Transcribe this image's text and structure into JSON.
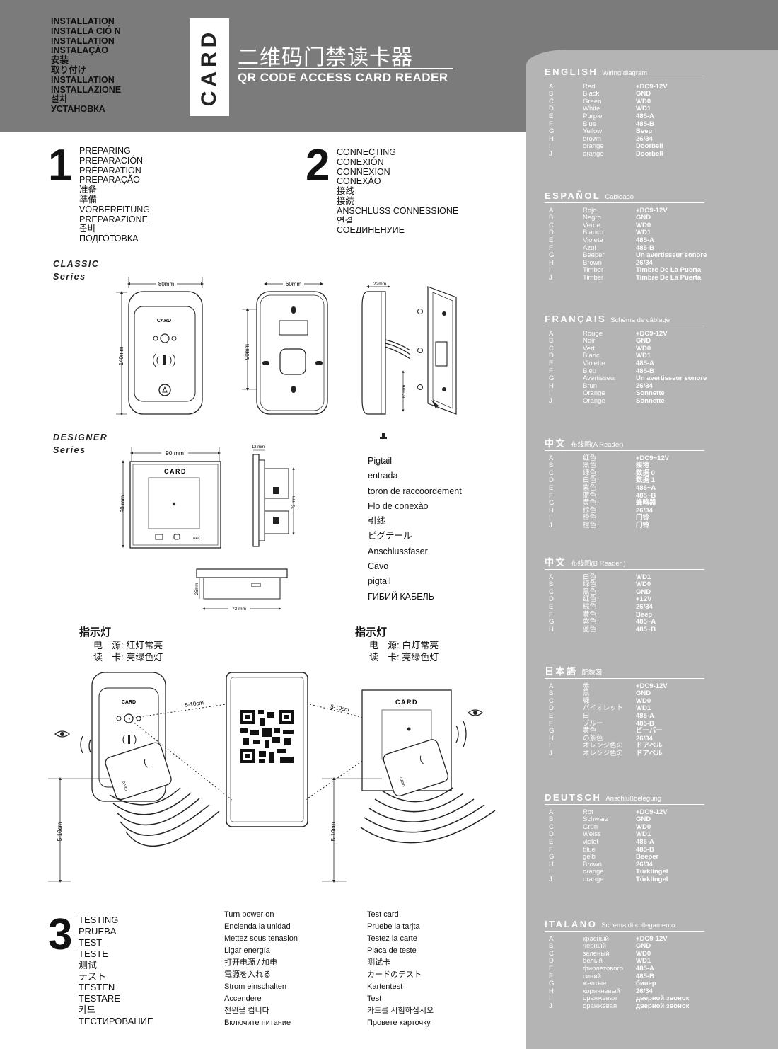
{
  "header": {
    "languages": [
      "INSTALLATION",
      "INSTALLA CIÓ N",
      "INSTALLATION",
      "INSTALAÇÀO",
      "安装",
      "取り付け",
      "INSTALLATION",
      "INSTALLAZIONE",
      "설치",
      "УСТАНОВКА"
    ],
    "card_tab": "CARD",
    "title_cn": "二维码门禁读卡器",
    "title_en": "QR CODE ACCESS CARD READER"
  },
  "step1": {
    "number": "1",
    "lines": [
      "PREPARING",
      "PREPARACIÓN",
      "PRÉPARATION",
      "PREPARAÇÃO",
      "准备",
      "準備",
      "VORBEREITUNG",
      "PREPARAZIONE",
      "준비",
      "ПОДГОТОВКА"
    ]
  },
  "step2": {
    "number": "2",
    "lines": [
      "CONNECTING",
      "CONEXIÓN",
      "CONNEXION",
      "CONEXÀO",
      "接线",
      "接続",
      "ANSCHLUSS CONNESSIONE",
      "연결",
      "СОЕДИНЕНУИЕ"
    ]
  },
  "series": {
    "classic": [
      "CLASSIC",
      "Series"
    ],
    "designer": [
      "DESIGNER",
      "Series"
    ]
  },
  "dims": {
    "c_w": "80mm",
    "c_h": "140mm",
    "c_back_w": "60mm",
    "c_back_h": "90mm",
    "c_side_d": "22mm",
    "c_side_h": "61mm",
    "d_w": "90 mm",
    "d_h": "90 mm",
    "d_side_d": "12 mm",
    "d_side_h": "73 mm",
    "d_bot_w": "73 mm",
    "d_bot_h": "25mm",
    "dist": "5-10cm"
  },
  "device_labels": {
    "card": "CARD",
    "nfc": "NFC",
    "card_small": "CARD"
  },
  "pigtail": [
    "Pigtail",
    "entrada",
    "toron de raccoordement",
    "Flo de conexào",
    "引线",
    "ピグテール",
    "Anschlussfaser",
    "Cavo",
    "pigtail",
    "ГИБИЙ КАБЕЛЬ"
  ],
  "indicator_a": {
    "title": "指示灯",
    "power_label": "电　源:",
    "power_val": "红灯常亮",
    "read_label": "读　卡:",
    "read_val": "亮绿色灯"
  },
  "indicator_b": {
    "title": "指示灯",
    "power_label": "电　源:",
    "power_val": "白灯常亮",
    "read_label": "读　卡:",
    "read_val": "亮绿色灯"
  },
  "step3": {
    "number": "3",
    "lines": [
      "TESTING",
      "PRUEBA",
      "TEST",
      "TESTE",
      "测试",
      "テスト",
      "TESTEN",
      "TESTARE",
      "카드",
      "ТЕСТИРОВАНИЕ"
    ]
  },
  "power_on": [
    "Turn power on",
    "Encienda la unidad",
    "Mettez sous tenasion",
    "Ligar energía",
    "打开电源 / 加电",
    "電源を入れる",
    "Strom einschalten",
    "Accendere",
    "전원을 컵니다",
    "Включите питание"
  ],
  "test_card": [
    "Test card",
    "Pruebe la tarjta",
    "Testez la carte",
    "Placa de teste",
    "测试卡",
    "カードのテスト",
    "Kartentest",
    "Test",
    "카드를 시험하십시오",
    "Провете карточку"
  ],
  "keys": [
    "A",
    "B",
    "C",
    "D",
    "E",
    "F",
    "G",
    "H",
    "I",
    "J"
  ],
  "wiring": {
    "en": {
      "lang": "ENGLISH",
      "sub": "Wiring diagram",
      "colors": [
        "Red",
        "Black",
        "Green",
        "White",
        "Purple",
        "Blue",
        "Yellow",
        "brown",
        "orange",
        "orange"
      ],
      "funcs": [
        "+DC9-12V",
        "GND",
        "WD0",
        "WD1",
        "485-A",
        "485-B",
        "Beep",
        "26/34",
        "Doorbell",
        "Doorbell"
      ]
    },
    "es": {
      "lang": "ESPAÑOL",
      "sub": "Cableado",
      "colors": [
        "Rojo",
        "Negro",
        "Verde",
        "Blanco",
        "Violeta",
        "Azul",
        "Beeper",
        "Brown",
        "Timber",
        "Timber"
      ],
      "funcs": [
        "+DC9-12V",
        "GND",
        "WD0",
        "WD1",
        "485-A",
        "485-B",
        "Un avertisseur sonore",
        "26/34",
        "Timbre De La Puerta",
        "Timbre De La Puerta"
      ]
    },
    "fr": {
      "lang": "FRANÇAIS",
      "sub": "Schéma de câblage",
      "colors": [
        "Rouge",
        "Noir",
        "Vert",
        "Blanc",
        "Violette",
        "Bleu",
        "Avertisseur",
        "Brun",
        "Orange",
        "Orange"
      ],
      "funcs": [
        "+DC9-12V",
        "GND",
        "WD0",
        "WD1",
        "485-A",
        "485-B",
        "Un avertisseur sonore",
        "26/34",
        "Sonnette",
        "Sonnette"
      ]
    },
    "zh_a": {
      "lang": "中文",
      "sub": "布线图(A Reader)",
      "colors": [
        "红色",
        "黑色",
        "绿色",
        "白色",
        "紫色",
        "蓝色",
        "黄色",
        "棕色",
        "橙色",
        "橙色"
      ],
      "funcs": [
        "+DC9~12V",
        "接地",
        "数据 0",
        "数据 1",
        "485~A",
        "485~B",
        "蜂鸣器",
        "26/34",
        "门铃",
        "门铃"
      ]
    },
    "zh_b": {
      "lang": "中文",
      "sub": "布线图(B Reader )",
      "keys": [
        "A",
        "B",
        "C",
        "D",
        "E",
        "F",
        "G",
        "H"
      ],
      "colors": [
        "白色",
        "绿色",
        "黑色",
        "红色",
        "棕色",
        "黄色",
        "紫色",
        "蓝色"
      ],
      "funcs": [
        "WD1",
        "WD0",
        "GND",
        "+12V",
        "26/34",
        "Beep",
        "485~A",
        "485~B"
      ]
    },
    "ja": {
      "lang": "日本語",
      "sub": "配線図",
      "colors": [
        "赤",
        "黒",
        "緑",
        "バイオレット",
        "白",
        "ブルー",
        "黄色",
        "の茶色",
        "オレンジ色の",
        "オレンジ色の"
      ],
      "funcs": [
        "+DC9-12V",
        "GND",
        "WD0",
        "WD1",
        "485-A",
        "485-B",
        "ビーパー",
        "26/34",
        "ドアベル",
        "ドアベル"
      ]
    },
    "de": {
      "lang": "DEUTSCH",
      "sub": "Anschlußbelegung",
      "colors": [
        "Rot",
        "Schwarz",
        "Grün",
        "Weiss",
        "violet",
        "blue",
        "gelb",
        "Brown",
        "orange",
        "orange"
      ],
      "funcs": [
        "+DC9-12V",
        "GND",
        "WD0",
        "WD1",
        "485-A",
        "485-B",
        "Beeper",
        "26/34",
        "Türklingel",
        "Türklingel"
      ]
    },
    "it": {
      "lang": "ITALANO",
      "sub": "Schema di collegamento",
      "colors": [
        "красный",
        "черный",
        "зеленый",
        "белый",
        "фиолетового",
        "синий",
        "желтые",
        "коричневый",
        "оранжевая",
        "оранжевая"
      ],
      "funcs": [
        "+DC9-12V",
        "GND",
        "WD0",
        "WD1",
        "485-A",
        "485-B",
        "бипер",
        "26/34",
        "дверной звонок",
        "дверной звонок"
      ]
    }
  }
}
